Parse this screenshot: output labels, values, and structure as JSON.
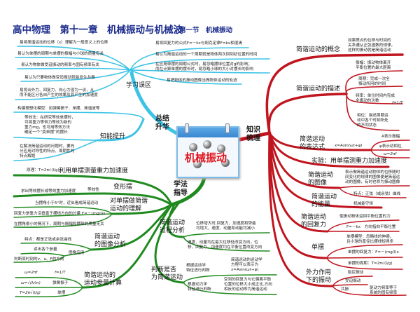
{
  "header": {
    "title": "高中物理　第十一章　机械振动与机械波",
    "section": "第一节　机械振动"
  },
  "colors": {
    "title": "#1a2a8c",
    "summary_branch": "#3cc3e6",
    "knowledge_branch": "#c0141e",
    "method_branch": "#1f8a1f",
    "center_label": "#e0141e"
  },
  "center": {
    "label": "机械振动",
    "icon": "calendar-with-steel-balls"
  },
  "summary": {
    "label": "总结升华",
    "mistakes": {
      "label": "学习误区",
      "left_items": [
        "易将简谐运动的位移（x）理解为一般意义上的位移",
        "易认为单摆的周期与单摆的振幅与小球的质量有关",
        "易认为物体做受迫振动的频率与固有频率有关",
        "易认为只要物体做受迫振动就能发生共振",
        "易将合外力、回复力、向心力混为一谈，从\n而不能区分各自产生的效果及其产生的加速度"
      ],
      "right_items": [
        "易将回复力的公式F=－kx与胡克定律F=kx相混淆",
        "易认为简谐运动的一个周期就是物体两次回到初位置的时间",
        "在应用单摆的周期公式时，易忽略摆球位置对g的影响；\n而在计算单摆的摆长时，易忽略小球的大小对摆长的影响",
        "易把物体的振动图像当做物体运动的轨迹"
      ]
    },
    "skills": {
      "label": "知能提升",
      "items": [
        "构建理想化模型：如弹簧振子、单摆、简谐波等",
        "等效法：在研究等效单摆时，\n可将重力等恒力等效为新的\n重力mg，也可用等效方法\n确定一个“类单摆”的摆长",
        "在解决简谐运动的问题时，要充\n分应用对称性的特点、周期性的\n特点解题"
      ]
    }
  },
  "knowledge": {
    "label": "知识梳理",
    "concept": {
      "label": "简谐运动的概念",
      "text": "如果质点的位移与时间的\n关系遵从正弦函数的规律，\n这样的振动就是简谐运动"
    },
    "description": {
      "label": "简谐运动的描述",
      "items": [
        "振幅：振动物体离开\n平衡位置的最大距离",
        "周期：完成一次全\n振动所用的时间",
        "频率：单位时间内完成\n全振动的次数",
        "相位：描述周期运\n动中各个时刻所处\n的不同状态"
      ],
      "formula": "f=1/T"
    },
    "expression": {
      "label": "简谐运动\n的表达式",
      "formula": "x=Asin(ωt+φ)",
      "items": [
        "A表示振幅",
        "φ表示初相位",
        "ω=2πf"
      ]
    },
    "experiment": {
      "label": "实验：用单摆测重力加速度"
    },
    "graph": {
      "label": "简谐运动\n的图像",
      "items": [
        "表示做简谐运动物体的位移随时\n间变化的规律的图像便是简谐运\n动的图像，有时也称为振动图像",
        "特点：正弦（或余弦）曲线"
      ]
    },
    "energy": {
      "label": "简谐运动\n的能量",
      "text": "机械能守恒"
    },
    "restoring": {
      "label": "简谐运动\n的回复力",
      "items": [
        "使振动物体返回平衡位置的力",
        "F=－kx　方向指向平衡位置"
      ]
    },
    "pendulum": {
      "label": "单摆",
      "items": [
        "单摆模型：忽略线的伸缩，\n且小球的直径比摆线短得多",
        "单摆的回复力：F=－(mg/l)x",
        "单摆的周期：T=2π√(l/g)"
      ]
    },
    "forced": {
      "label": "外力作用\n下的振动",
      "items": [
        "阻尼振动",
        "受迫振动",
        "共振"
      ],
      "resonance_note": "驱动力频率等于\n系统的固有频率"
    }
  },
  "method": {
    "label": "学法指导",
    "measure_g": {
      "label": "利用单摆测量重力加速度",
      "principle": "原理：T=2π√(l/g)"
    },
    "variant": {
      "label": "变形摆",
      "sub": "等效性",
      "text": "求出等效摆长或等效重力加速度"
    },
    "pendulum_shm": {
      "label": "对单摆做简谐\n运动的理解",
      "items": [
        "当摆角小于5°时，近似看成简谐运动",
        "回复力是重力沿垂直于摆线方向的分量  F=－(mg/l)x",
        "在摆角很小的情况下，周期与振幅和摆球的质量无关"
      ]
    },
    "graph_analysis": {
      "label": "简谐运动\n的图像分析",
      "feature": "特点：都是正弦或余弦曲线",
      "application": "图像应用",
      "app_items": [
        "读出各个参量",
        "判断某时刻的v、a、F的方向"
      ]
    },
    "calc": {
      "label": "简谐运动的\n运动参量计算",
      "omega": "ω=2πf",
      "freq": "f=1/T",
      "spring": "弹簧振子",
      "spring_formula": "ω=√(k/m)",
      "pendulum": "单摆",
      "pendulum_formula": "T=2π√(l/g)"
    },
    "process": {
      "label": "简谐运动\n过程分析",
      "items": [
        "位移增大时,回复力、加速度和势能\n均增大，速度、动量和动能均减小",
        "速度、动量均在最大位移处改变方向，位\n移、回复力、加速度均在平衡位置改变方向"
      ]
    },
    "judge": {
      "label": "判断是否\n为简谐运动",
      "kinematic": "根据运动学\n特征进行判断",
      "kinematic_text": "简谐运动的运动学\n方程可以表示为\nx=Asin(ωt+φ)",
      "dynamic": "根据动力学\n特征进行判断",
      "dynamic_text": "受到的回复力与它偏离平衡\n位置的位移大小成正比,方向\n相反的运动即为简谐运动"
    }
  }
}
